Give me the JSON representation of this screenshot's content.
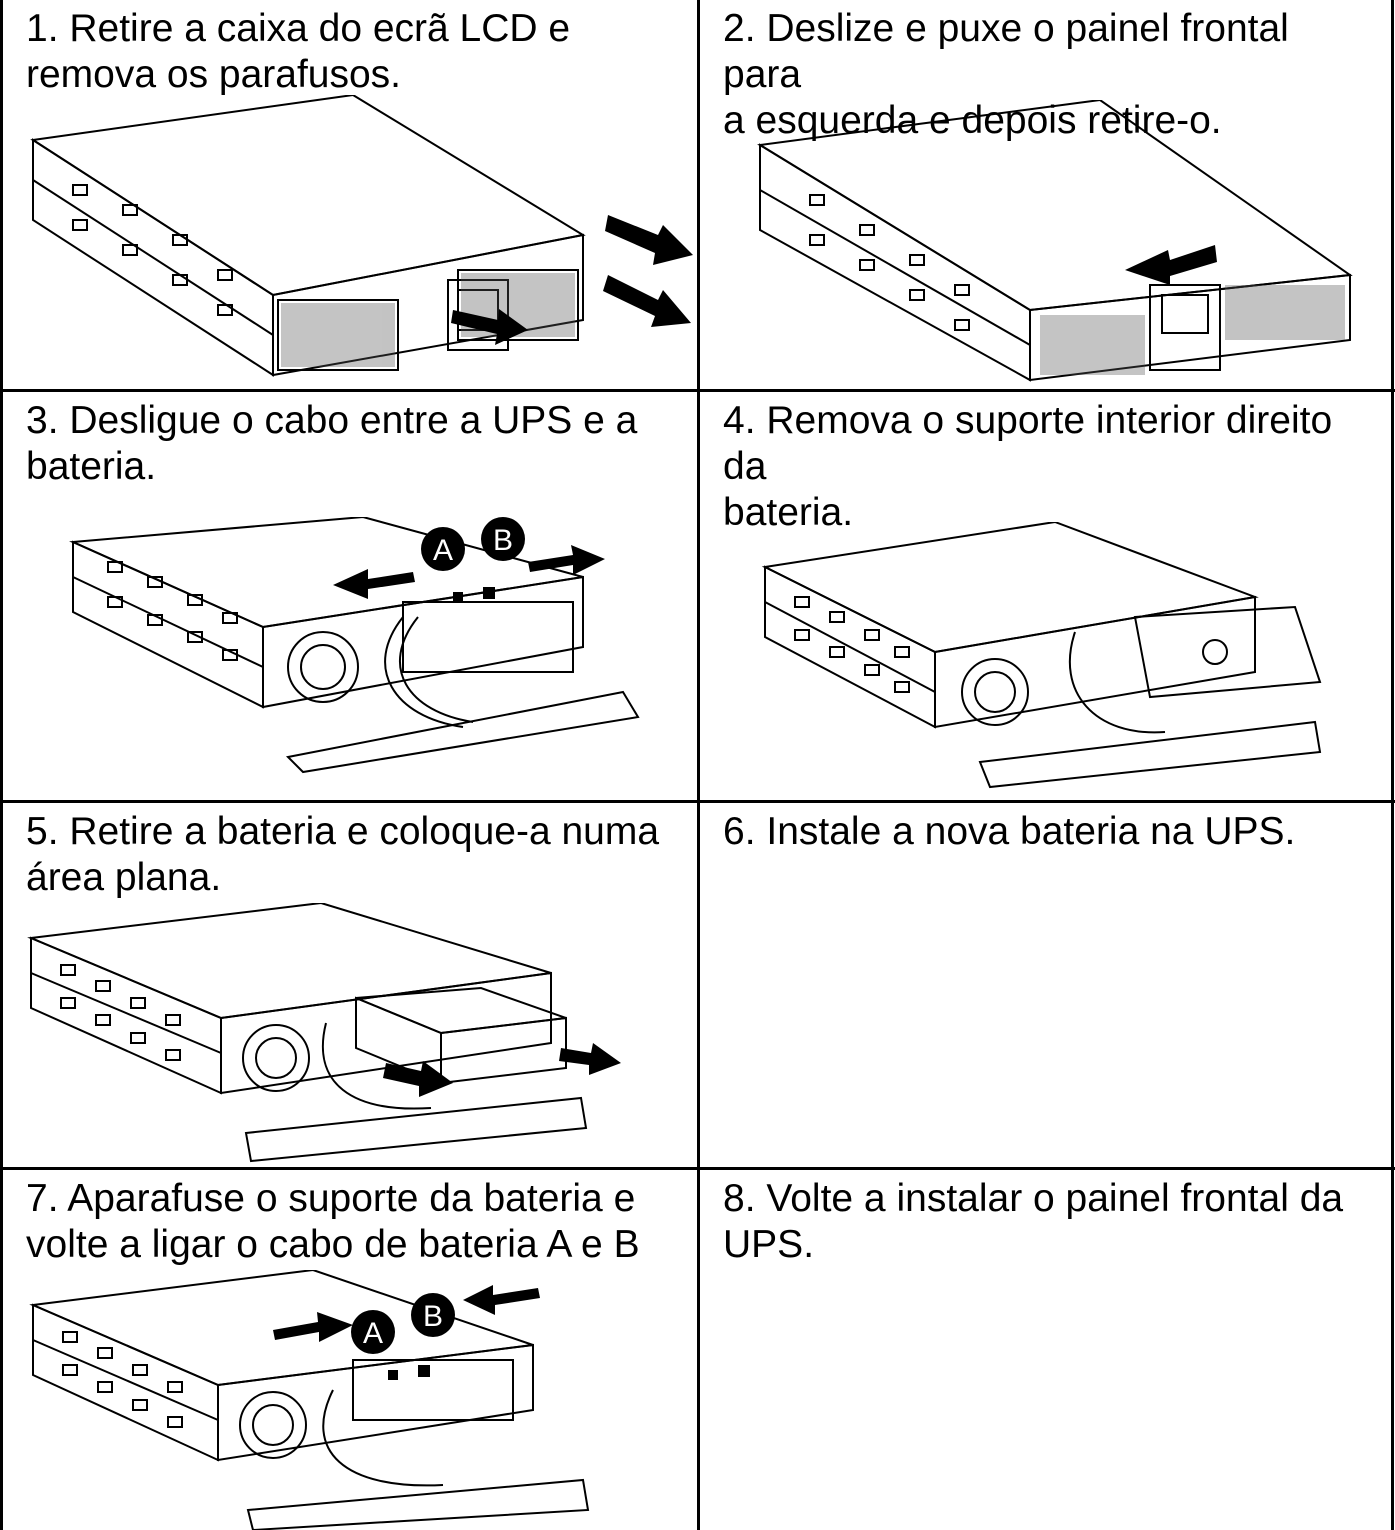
{
  "steps": [
    {
      "caption": "1.  Retire a caixa do ecrã LCD e\nremova os parafusos.",
      "illustration": "ups-remove-lcd-screws-icon"
    },
    {
      "caption": "2.  Deslize e puxe o painel frontal para\na esquerda e depois retire-o.",
      "illustration": "ups-slide-front-panel-icon"
    },
    {
      "caption": "3.  Desligue o cabo entre a UPS e a\nbateria.",
      "illustration": "ups-disconnect-cable-icon",
      "callouts": [
        "A",
        "B"
      ]
    },
    {
      "caption": "4.  Remova o suporte interior direito da\nbateria.",
      "illustration": "ups-remove-bracket-icon"
    },
    {
      "caption": "5.  Retire a bateria e coloque-a numa\nárea plana.",
      "illustration": "ups-pull-battery-icon"
    },
    {
      "caption": "6.  Instale a nova bateria na UPS.",
      "illustration": ""
    },
    {
      "caption": "7.  Aparafuse o suporte da bateria e\nvolte a ligar o cabo de bateria A e B",
      "illustration": "ups-reconnect-cable-icon",
      "callouts": [
        "A",
        "B"
      ]
    },
    {
      "caption": "8.  Volte a instalar o painel frontal da\nUPS.",
      "illustration": ""
    }
  ]
}
